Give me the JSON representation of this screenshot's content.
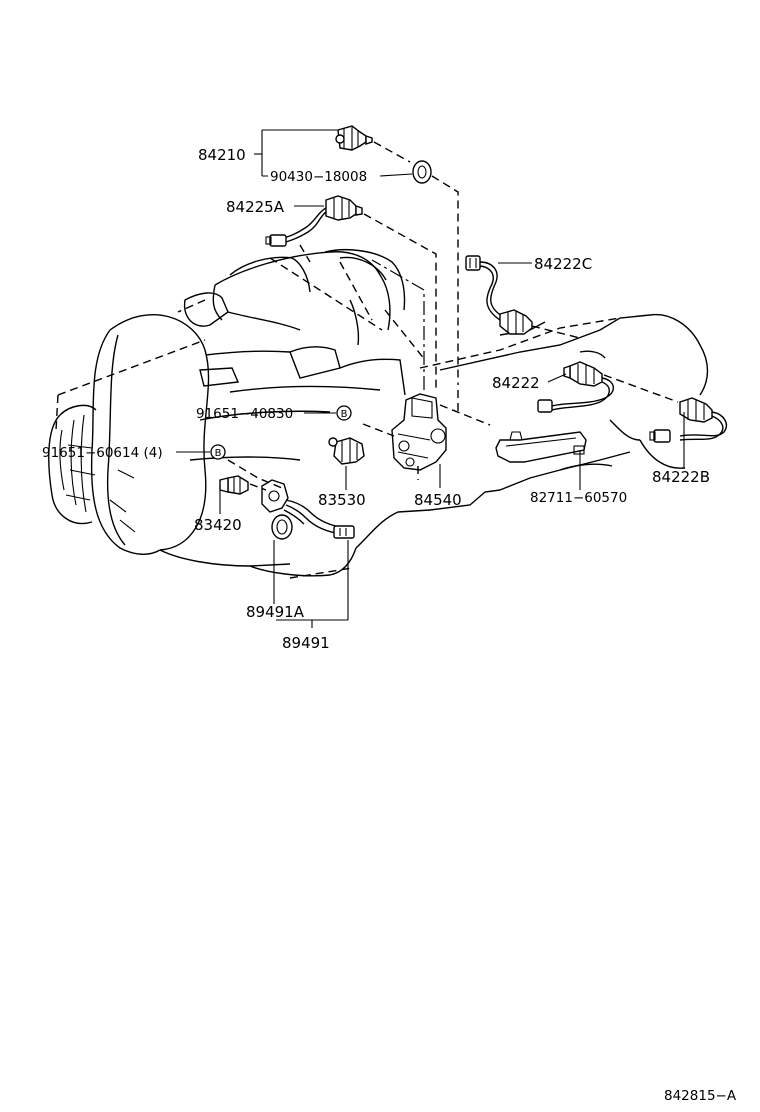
{
  "diagram": {
    "part_labels": {
      "p84210": "84210",
      "p90430": "90430−18008",
      "p84225a": "84225A",
      "p84222c": "84222C",
      "p84222": "84222",
      "p84222b": "84222B",
      "p91651_40830": "91651−40830",
      "p91651_60614": "91651−60614 (4)",
      "p83530": "83530",
      "p84540": "84540",
      "p82711": "82711−60570",
      "p83420": "83420",
      "p89491a": "89491A",
      "p89491": "89491"
    },
    "badge_letter": "B",
    "figure_code": "842815−A"
  }
}
